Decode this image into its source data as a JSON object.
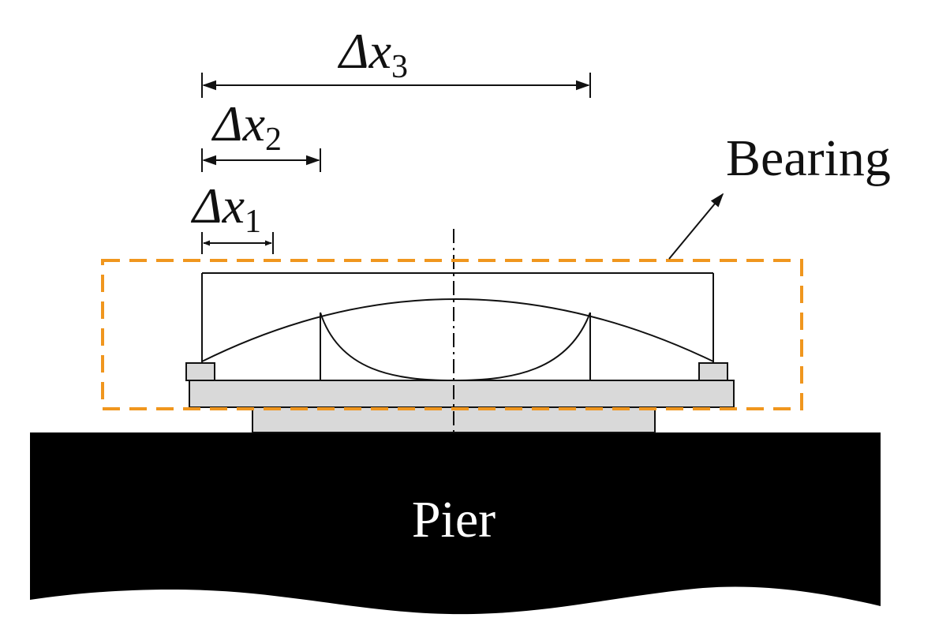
{
  "labels": {
    "dx3": {
      "symbol": "Δx",
      "sub": "3"
    },
    "dx2": {
      "symbol": "Δx",
      "sub": "2"
    },
    "dx1": {
      "symbol": "Δx",
      "sub": "1"
    },
    "bearing": "Bearing",
    "pier": "Pier"
  },
  "colors": {
    "line": "#111111",
    "pier_fill": "#000000",
    "plate_fill": "#d9d9d9",
    "dashed_box": "#f0961e",
    "background": "#ffffff"
  }
}
